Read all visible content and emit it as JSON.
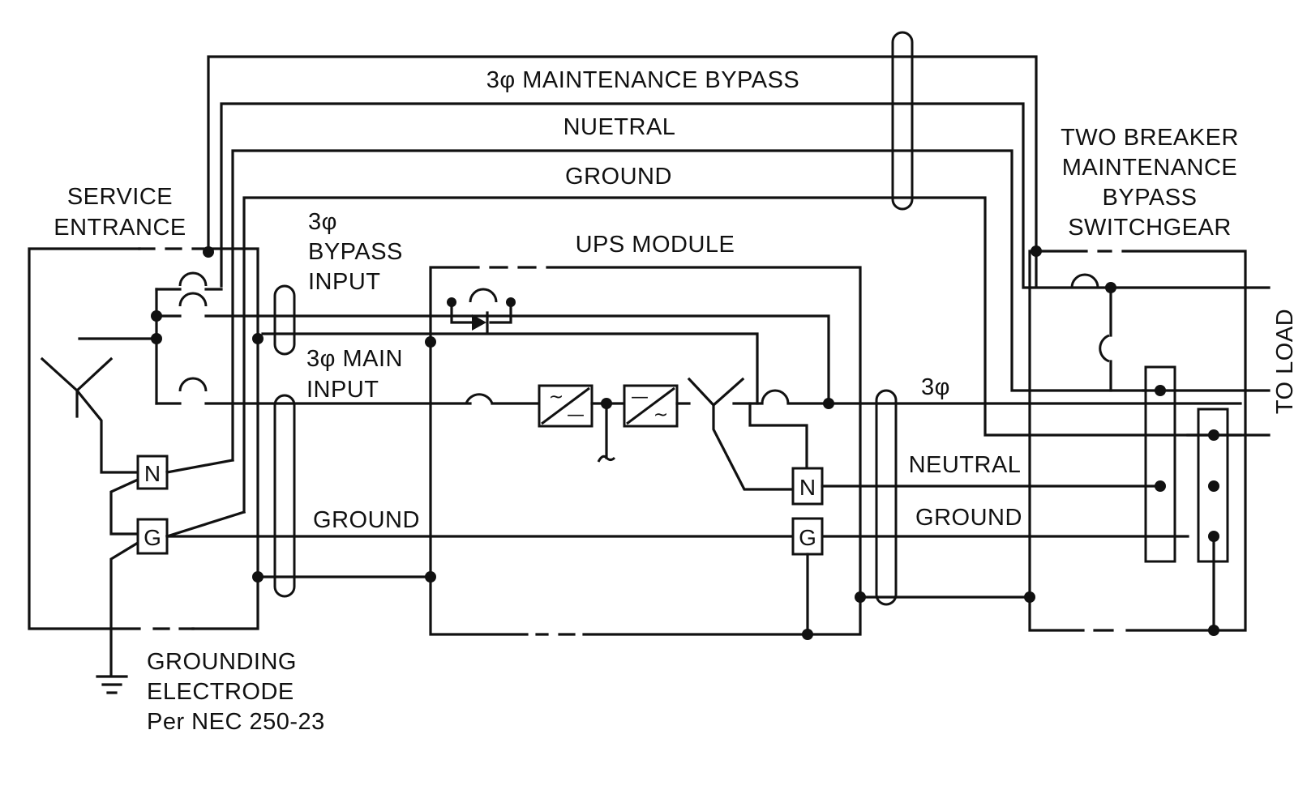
{
  "labels": {
    "maintenance_bypass": "3φ MAINTENANCE BYPASS",
    "nuetral_top": "NUETRAL",
    "ground_top": "GROUND",
    "service_entrance_1": "SERVICE",
    "service_entrance_2": "ENTRANCE",
    "bypass_input_1": "3φ",
    "bypass_input_2": "BYPASS",
    "bypass_input_3": "INPUT",
    "ups_module": "UPS MODULE",
    "main_input_1": "3φ MAIN",
    "main_input_2": "INPUT",
    "ground_mid": "GROUND",
    "three_phase": "3φ",
    "neutral_right": "NEUTRAL",
    "ground_right": "GROUND",
    "switchgear_1": "TWO BREAKER",
    "switchgear_2": "MAINTENANCE",
    "switchgear_3": "BYPASS",
    "switchgear_4": "SWITCHGEAR",
    "to_load": "TO LOAD",
    "electrode_1": "GROUNDING",
    "electrode_2": "ELECTRODE",
    "electrode_3": "Per NEC 250-23"
  },
  "terminals": {
    "service_n": "N",
    "service_g": "G",
    "ups_n": "N",
    "ups_g": "G"
  },
  "symbols": {
    "rectifier_top": "~",
    "rectifier_bottom": "—",
    "inverter_top": "—",
    "inverter_bottom": "~"
  }
}
